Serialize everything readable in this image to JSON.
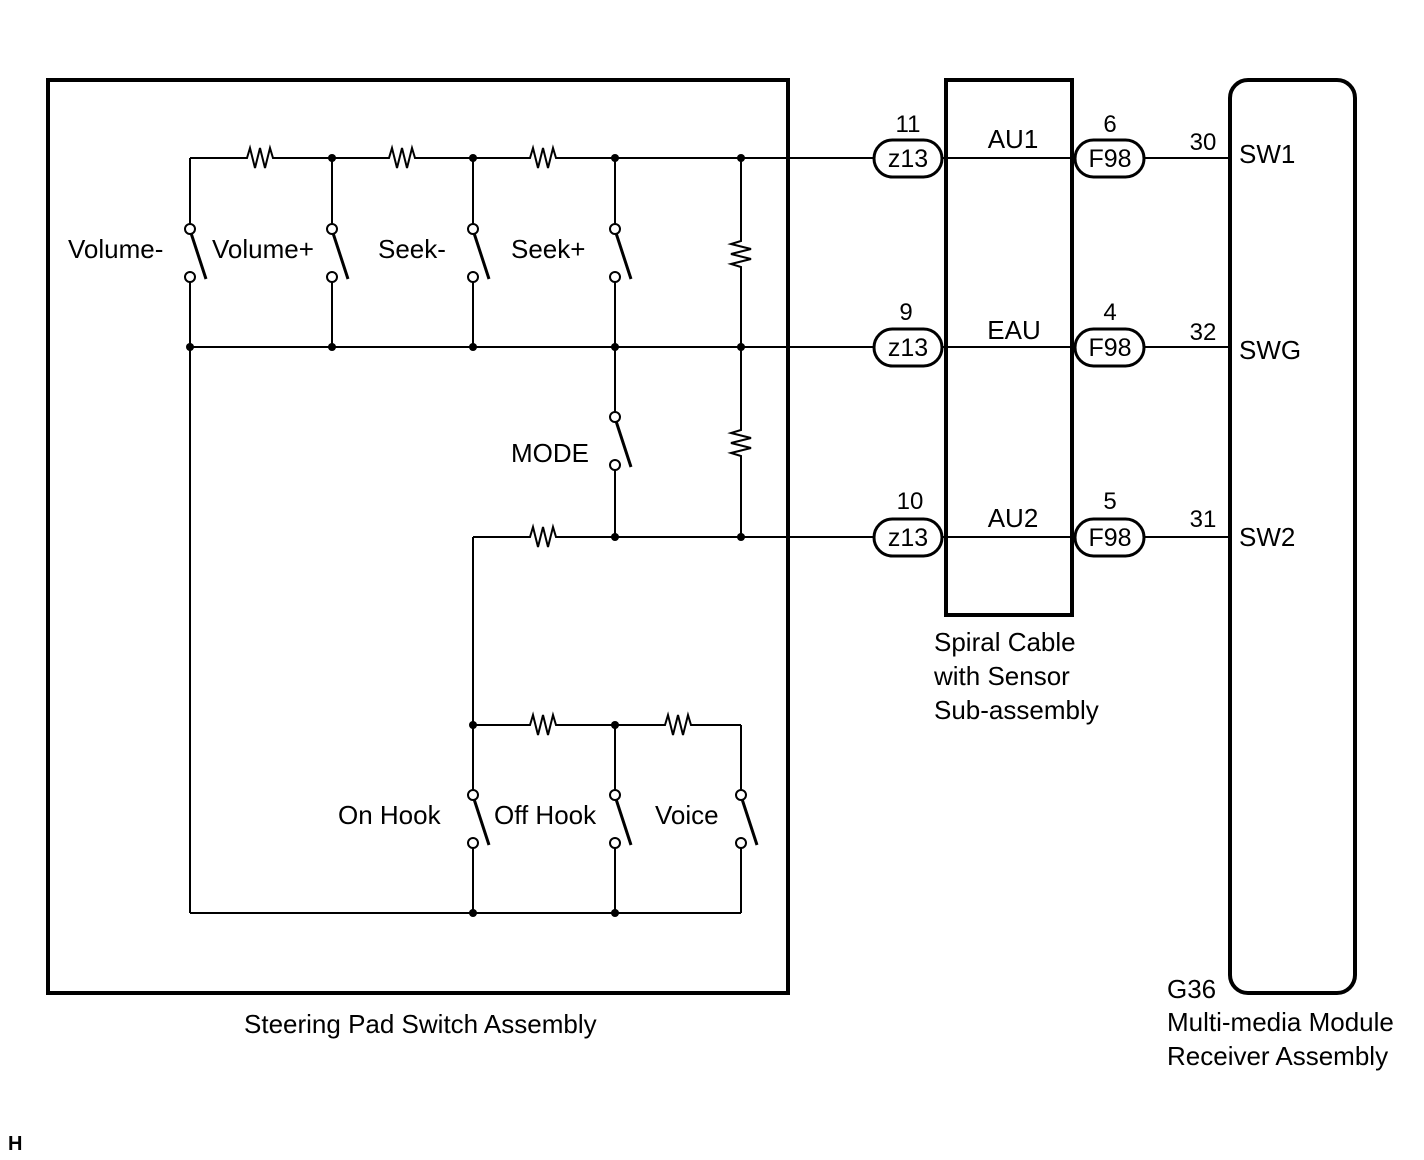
{
  "assemblies": {
    "steering_pad": "Steering Pad Switch Assembly",
    "spiral_cable": [
      "Spiral Cable",
      "with Sensor",
      "Sub-assembly"
    ],
    "receiver_code": "G36",
    "receiver_name": [
      "Multi-media Module",
      "Receiver Assembly"
    ]
  },
  "switches": {
    "volume_minus": "Volume-",
    "volume_plus": "Volume+",
    "seek_minus": "Seek-",
    "seek_plus": "Seek+",
    "mode": "MODE",
    "on_hook": "On Hook",
    "off_hook": "Off Hook",
    "voice": "Voice"
  },
  "circuits": [
    {
      "z13_pin": "11",
      "z13": "z13",
      "spiral_signal": "AU1",
      "f98_pin": "6",
      "f98": "F98",
      "receiver_pin": "30",
      "receiver_signal": "SW1"
    },
    {
      "z13_pin": "9",
      "z13": "z13",
      "spiral_signal": "EAU",
      "f98_pin": "4",
      "f98": "F98",
      "receiver_pin": "32",
      "receiver_signal": "SWG"
    },
    {
      "z13_pin": "10",
      "z13": "z13",
      "spiral_signal": "AU2",
      "f98_pin": "5",
      "f98": "F98",
      "receiver_pin": "31",
      "receiver_signal": "SW2"
    }
  ],
  "footer_code": "H"
}
